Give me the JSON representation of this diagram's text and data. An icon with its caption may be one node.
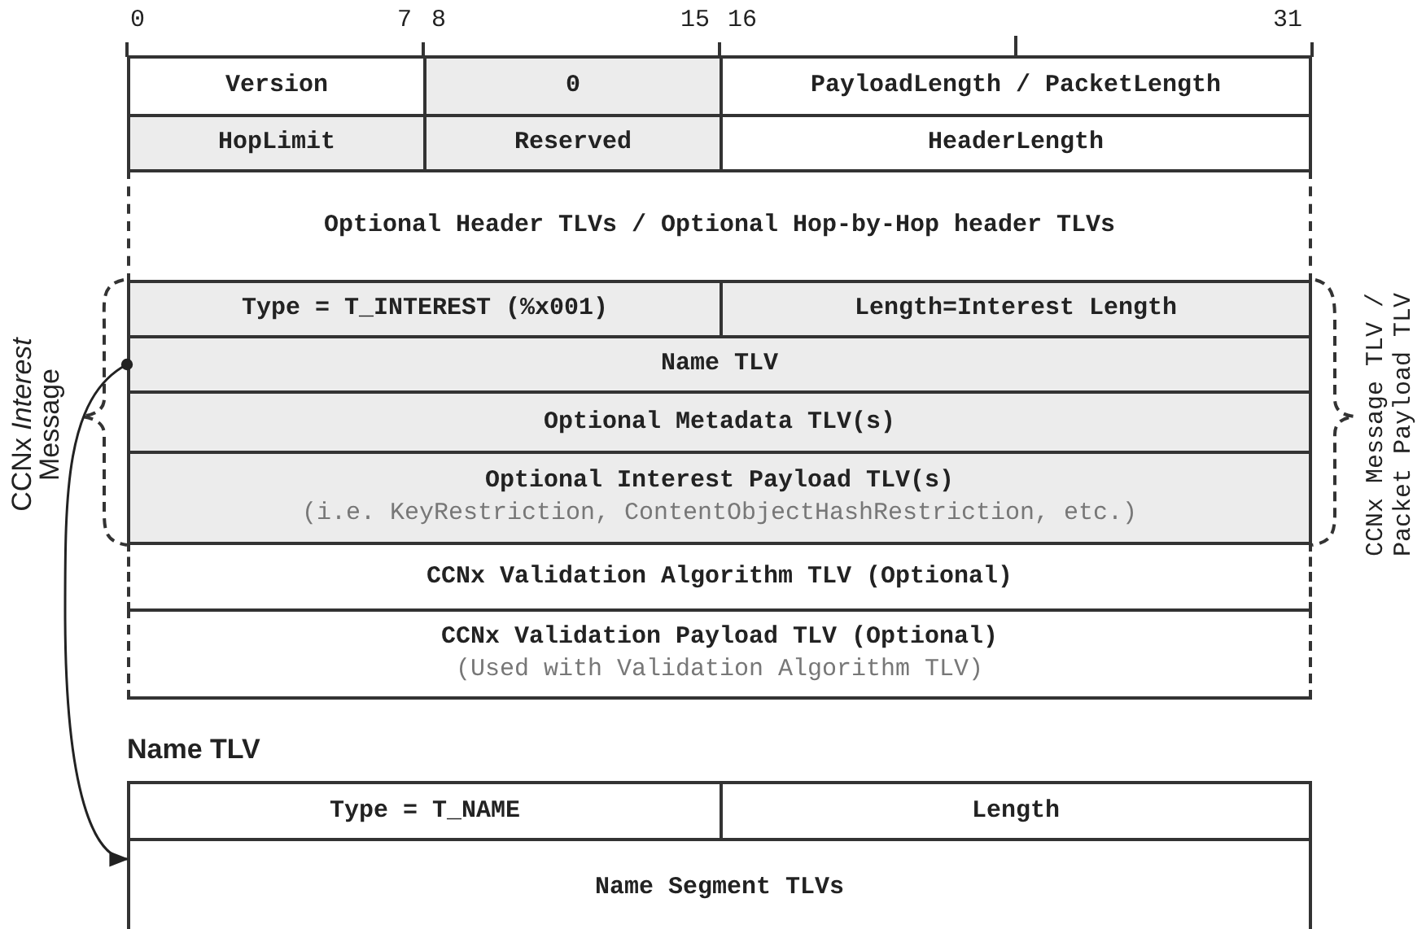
{
  "diagram": {
    "nodes": [
      {
        "text": [
          "Version"
        ]
      },
      {
        "text": [
          "0"
        ]
      },
      {
        "text": [
          "PayloadLength / PacketLength"
        ]
      },
      {
        "text": [
          "HopLimit"
        ]
      },
      {
        "text": [
          "Reserved"
        ]
      },
      {
        "text": [
          "HeaderLength"
        ]
      },
      {
        "text": [
          "Optional Header TLVs / Optional Hop-by-Hop header TLVs"
        ]
      },
      {
        "text": [
          "Type = T_INTEREST (%x001)"
        ]
      },
      {
        "text": [
          "Length=Interest Length"
        ]
      },
      {
        "text": [
          "Name TLV"
        ]
      },
      {
        "text": [
          "Optional Metadata TLV(s)"
        ]
      },
      {
        "text": [
          "Optional Interest Payload TLV(s)",
          "(i.e. KeyRestriction, ContentObjectHashRestriction, etc.)"
        ]
      },
      {
        "text": [
          "CCNx Validation Algorithm TLV (Optional)"
        ]
      },
      {
        "text": [
          "CCNx Validation Payload TLV (Optional)",
          "(Used with Validation Algorithm TLV)"
        ]
      },
      {
        "text": [
          "Type = T_NAME"
        ]
      },
      {
        "text": [
          "Length"
        ]
      },
      {
        "text": [
          "Name Segment TLVs"
        ]
      }
    ],
    "edges": [
      {
        "from": 9,
        "to": 16,
        "arrow": "to"
      }
    ],
    "labels": [
      "0",
      "7",
      "8",
      "15",
      "16",
      "31",
      "CCNx *Interest* Message",
      "CCNx Message TLV / Packet Payload TLV",
      "Name TLV"
    ]
  }
}
